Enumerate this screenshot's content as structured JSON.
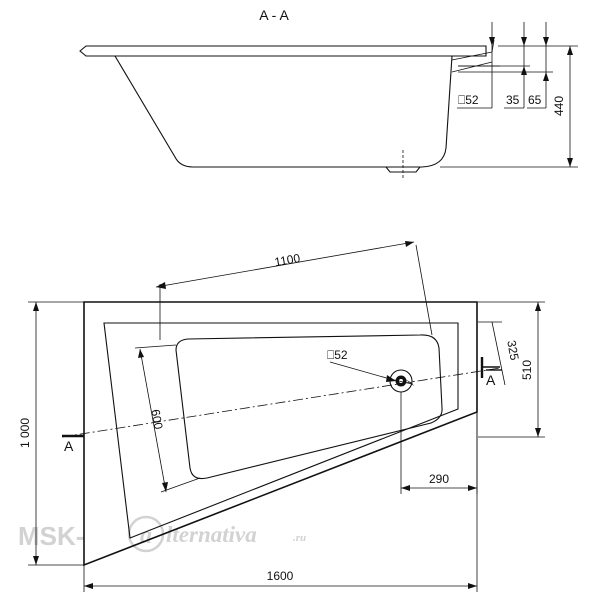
{
  "section": {
    "title": "A - A",
    "dims": {
      "drain": "⎕52",
      "rim_35": "35",
      "rim_65": "65",
      "height": "440"
    }
  },
  "plan": {
    "dims": {
      "inner_length": "1100",
      "inner_width": "600",
      "drain": "⎕52",
      "drain_offset_y": "325",
      "right_depth": "510",
      "drain_offset_x": "290",
      "total_depth": "1 000",
      "total_length": "1600"
    },
    "section_marks": {
      "left": "A",
      "right": "A"
    }
  },
  "watermark": {
    "left": "MSK-",
    "right": "lternativa",
    "suffix": ".ru"
  }
}
